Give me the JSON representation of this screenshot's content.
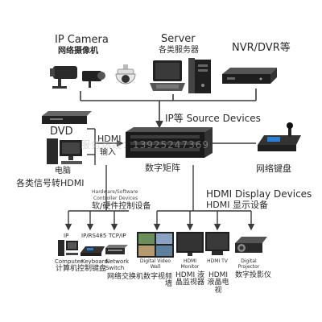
{
  "top": {
    "ip_camera": {
      "en": "IP Camera",
      "cn": "网络摄像机",
      "icon": "camera-icon"
    },
    "server": {
      "en": "Server",
      "cn": "各类服务器",
      "icon": "server-icon"
    },
    "nvr": {
      "en": "NVR/DVR等",
      "icon": "nvr-icon"
    }
  },
  "source_label": "IP等 Source Devices",
  "left": {
    "dvd": "DVD",
    "pc": "电脑",
    "convert": "各类信号转HDMI"
  },
  "matrix": {
    "hdmi_label": "HDMI",
    "input_label": "输入",
    "name": "数字矩阵"
  },
  "keyboard": {
    "cn": "网络键盘",
    "icon": "joystick-keyboard-icon"
  },
  "watermark": "服务热线：13925247369",
  "controller": {
    "en_line1": "Hardware/Software",
    "en_line2": "Controller Devices",
    "cn": "软/硬件控制设备"
  },
  "display": {
    "en": "HDMI Display Devices",
    "cn": "HDMI 显示设备"
  },
  "control_items": [
    {
      "top": "IP",
      "bottom": "Computer"
    },
    {
      "top": "IP/RS485",
      "bottom": "Keyboard"
    },
    {
      "top": "TCP/IP",
      "bottom": "Network Switch"
    }
  ],
  "control_caption": "计算机控制键盘",
  "display_items": [
    {
      "en": "Digital Video Wall",
      "cn": "网络交换机数字视频墙"
    },
    {
      "en": "HDMI Monitor",
      "cn": "HDMI 液晶监视器"
    },
    {
      "en": "HDMI TV",
      "cn": "HDMI 液晶电视"
    },
    {
      "en": "Digital Projector",
      "cn": "数字投影仪"
    }
  ],
  "colors": {
    "line": "#3a3a3a",
    "device_dark": "#1c1c1c",
    "accent_blue": "#2c7fd6"
  }
}
